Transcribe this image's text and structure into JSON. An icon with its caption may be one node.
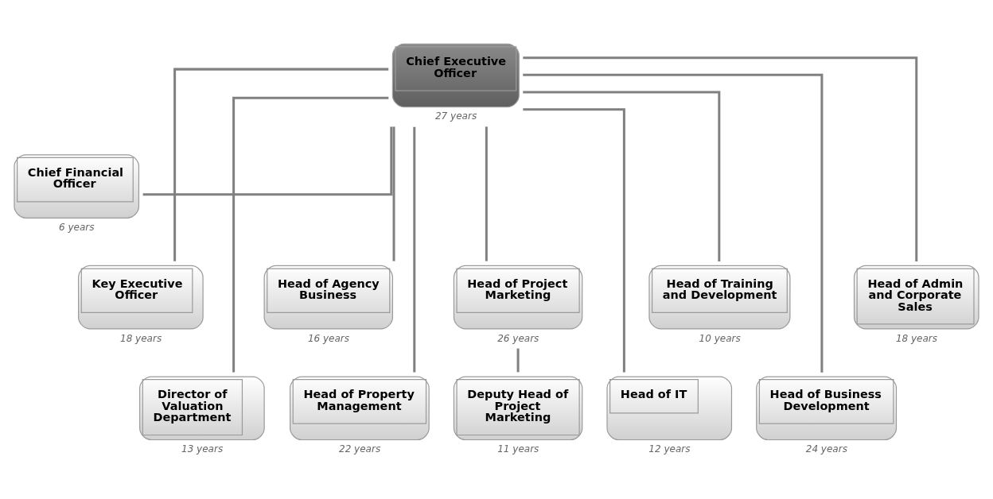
{
  "diagram": {
    "nodes": [
      {
        "text": [
          "Chief Executive Officer"
        ],
        "beside": [
          "27 years"
        ]
      },
      {
        "text": [
          "Chief Financial Officer"
        ],
        "beside": [
          "6 years"
        ]
      },
      {
        "text": [
          "Key Executive Officer"
        ],
        "beside": [
          "18 years"
        ]
      },
      {
        "text": [
          "Director of Valuation Department"
        ],
        "beside": [
          "13 years"
        ]
      },
      {
        "text": [
          "Head of Agency Business"
        ],
        "beside": [
          "16 years"
        ]
      },
      {
        "text": [
          "Head of Property Management"
        ],
        "beside": [
          "22 years"
        ]
      },
      {
        "text": [
          "Head of Project Marketing"
        ],
        "beside": [
          "26 years"
        ]
      },
      {
        "text": [
          "Head of IT"
        ],
        "beside": [
          "12 years"
        ]
      },
      {
        "text": [
          "Head of Training and Development"
        ],
        "beside": [
          "10 years"
        ]
      },
      {
        "text": [
          "Head of Business Development"
        ],
        "beside": [
          "24 years"
        ]
      },
      {
        "text": [
          "Head of Admin and Corporate Sales"
        ],
        "beside": [
          "18 years"
        ]
      },
      {
        "text": [
          "Deputy Head of Project Marketing"
        ],
        "beside": [
          "11 years"
        ]
      }
    ],
    "edges": [
      {
        "from": 0,
        "to": 1,
        "arrow": "none"
      },
      {
        "from": 0,
        "to": 2,
        "arrow": "none"
      },
      {
        "from": 0,
        "to": 3,
        "arrow": "none"
      },
      {
        "from": 0,
        "to": 4,
        "arrow": "none"
      },
      {
        "from": 0,
        "to": 5,
        "arrow": "none"
      },
      {
        "from": 0,
        "to": 6,
        "arrow": "none"
      },
      {
        "from": 0,
        "to": 7,
        "arrow": "none"
      },
      {
        "from": 0,
        "to": 8,
        "arrow": "none"
      },
      {
        "from": 0,
        "to": 9,
        "arrow": "none"
      },
      {
        "from": 0,
        "to": 10,
        "arrow": "none"
      },
      {
        "from": 6,
        "to": 11,
        "arrow": "none"
      }
    ]
  }
}
